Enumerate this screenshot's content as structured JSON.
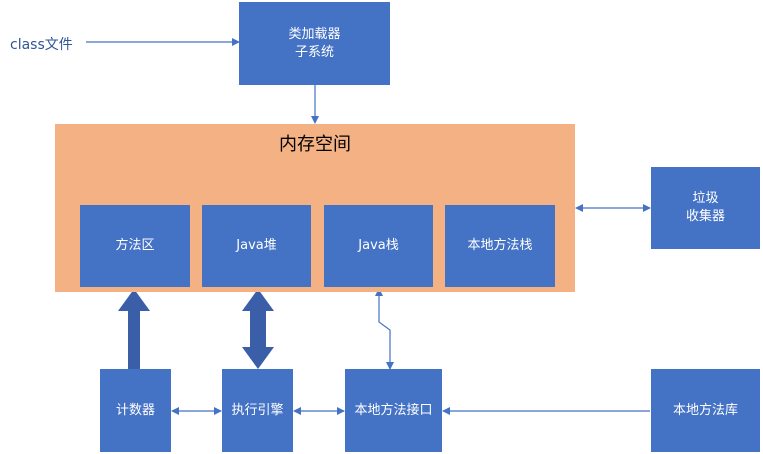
{
  "class_file": "class文件",
  "class_loader": {
    "line1": "类加载器",
    "line2": "子系统"
  },
  "memory": {
    "title": "内存空间",
    "areas": [
      "方法区",
      "Java堆",
      "Java栈",
      "本地方法栈"
    ]
  },
  "gc": {
    "line1": "垃圾",
    "line2": "收集器"
  },
  "counter": "计数器",
  "engine": "执行引擎",
  "native_interface": "本地方法接口",
  "native_library": "本地方法库",
  "colors": {
    "box": "#4472c4",
    "memory": "#f4b183",
    "arrow": "#4472c4",
    "thick_arrow": "#3a5ea8"
  }
}
